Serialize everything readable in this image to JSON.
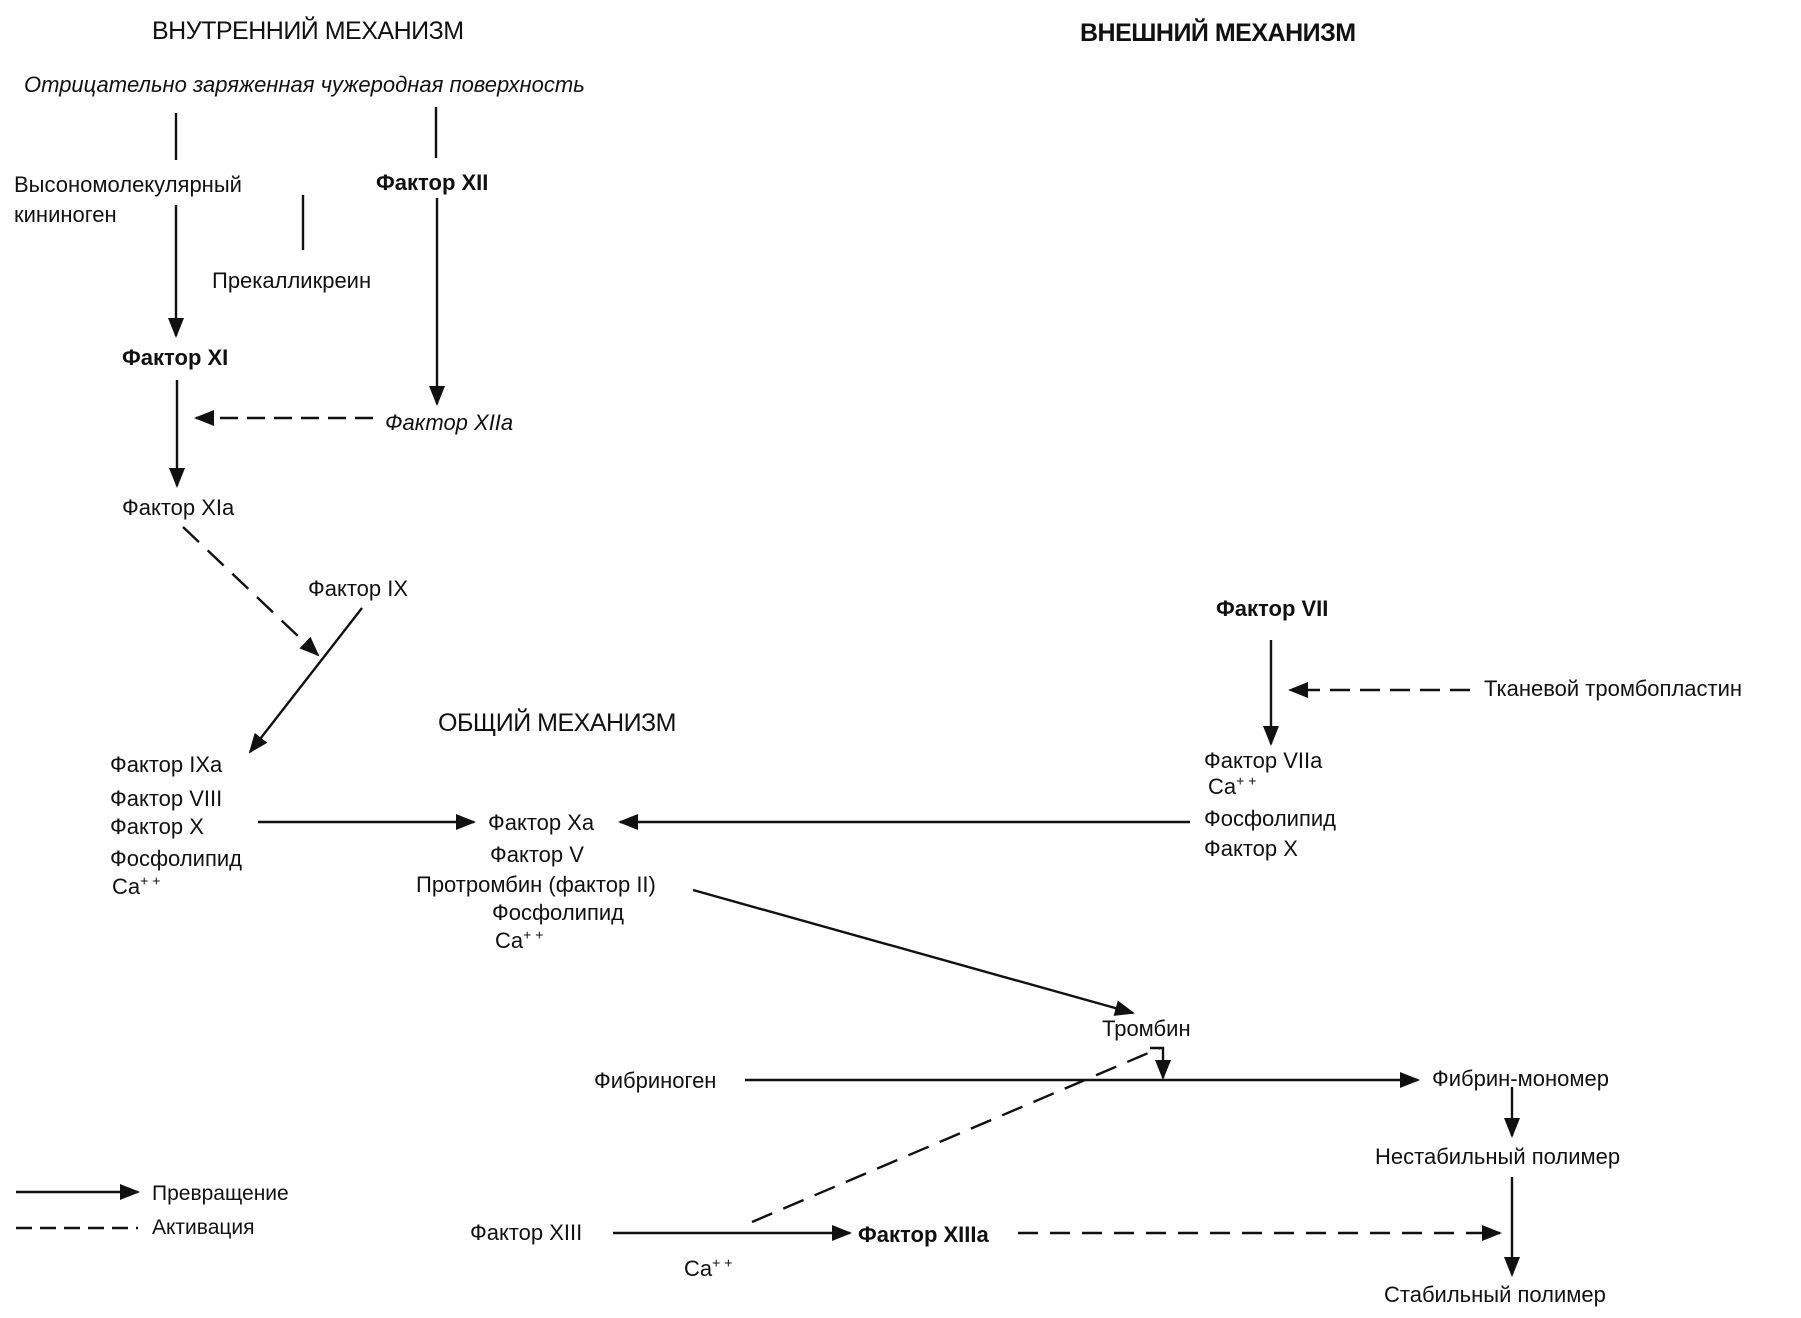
{
  "headers": {
    "intrinsic": "ВНУТРЕННИЙ МЕХАНИЗМ",
    "extrinsic": "ВНЕШНИЙ МЕХАНИЗМ",
    "common": "ОБЩИЙ МЕХАНИЗМ"
  },
  "intrinsic": {
    "surface": "Отрицательно заряженная чужеродная поверхность",
    "hmwk_line1": "Высономолекулярный",
    "hmwk_line2": "кининоген",
    "prekallikrein": "Прекалликреин",
    "factor_xii": "Фактор XII",
    "factor_xiia": "Фактор XIIa",
    "factor_xi": "Фактор XI",
    "factor_xia": "Фактор XIa",
    "factor_ix": "Фактор IX",
    "complex": [
      "Фактор IXa",
      "Фактор VIII",
      "Фактор X",
      "Фосфолипид",
      "Ca"
    ],
    "complex_ca_sup": "+ +"
  },
  "extrinsic": {
    "factor_vii": "Фактор VII",
    "tissue_thromboplastin": "Тканевой тромбопластин",
    "complex": [
      "Фактор VIIa",
      "Ca",
      "Фосфолипид",
      "Фактор X"
    ],
    "complex_ca_sup": "+ +"
  },
  "common": {
    "prothrombinase": [
      "Фактор Xa",
      "Фактор V",
      "Протромбин (фактор II)",
      "Фосфолипид",
      "Ca"
    ],
    "prothrombinase_ca_sup": "+ +",
    "thrombin": "Тромбин",
    "fibrinogen": "Фибриноген",
    "fibrin_monomer": "Фибрин-мономер",
    "unstable_polymer": "Нестабильный полимер",
    "stable_polymer": "Стабильный полимер",
    "factor_xiii": "Фактор XIII",
    "factor_xiii_ca": "Ca",
    "factor_xiii_ca_sup": "+ +",
    "factor_xiiia": "Фактор XIIIa"
  },
  "legend": {
    "conversion": "Превращение",
    "activation": "Активация"
  },
  "colors": {
    "ink": "#111111",
    "background": "#ffffff"
  }
}
